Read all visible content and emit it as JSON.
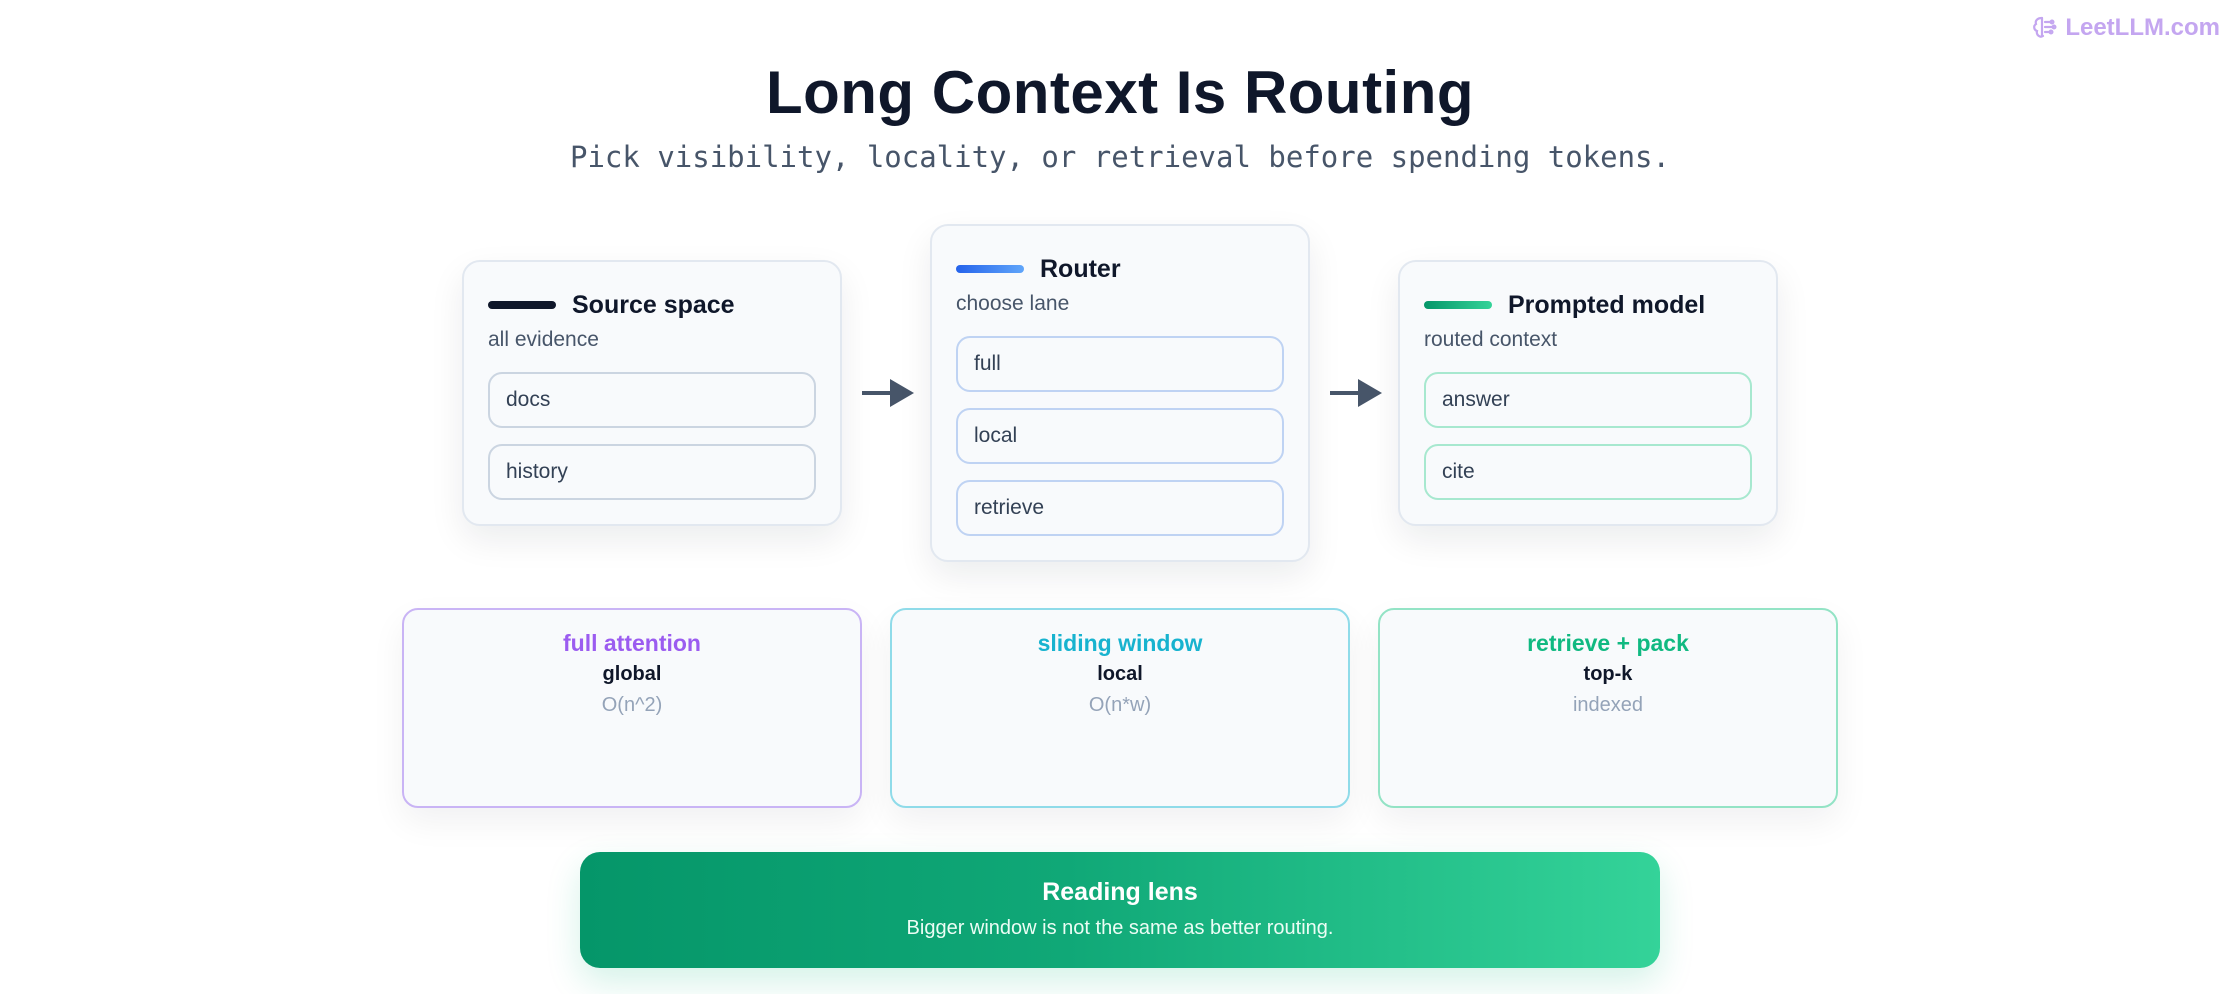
{
  "brand": {
    "text": "LeetLLM.com",
    "icon": "brain-icon",
    "color": "#c4a6f0"
  },
  "title": "Long Context Is Routing",
  "subtitle": "Pick visibility, locality, or retrieval before spending tokens.",
  "flow": {
    "source": {
      "title": "Source space",
      "subtitle": "all evidence",
      "accent": "#0f172a",
      "items": [
        "docs",
        "history"
      ]
    },
    "router": {
      "title": "Router",
      "subtitle": "choose lane",
      "accent": "#3b82f6",
      "items": [
        "full",
        "local",
        "retrieve"
      ]
    },
    "model": {
      "title": "Prompted model",
      "subtitle": "routed context",
      "accent": "#10b981",
      "items": [
        "answer",
        "cite"
      ]
    }
  },
  "modes": [
    {
      "name": "full attention",
      "scope": "global",
      "cost": "O(n^2)",
      "color": "#9b5cf0"
    },
    {
      "name": "sliding window",
      "scope": "local",
      "cost": "O(n*w)",
      "color": "#17b3cf"
    },
    {
      "name": "retrieve + pack",
      "scope": "top-k",
      "cost": "indexed",
      "color": "#10b981"
    }
  ],
  "lens": {
    "title": "Reading lens",
    "text": "Bigger window is not the same as better routing."
  }
}
